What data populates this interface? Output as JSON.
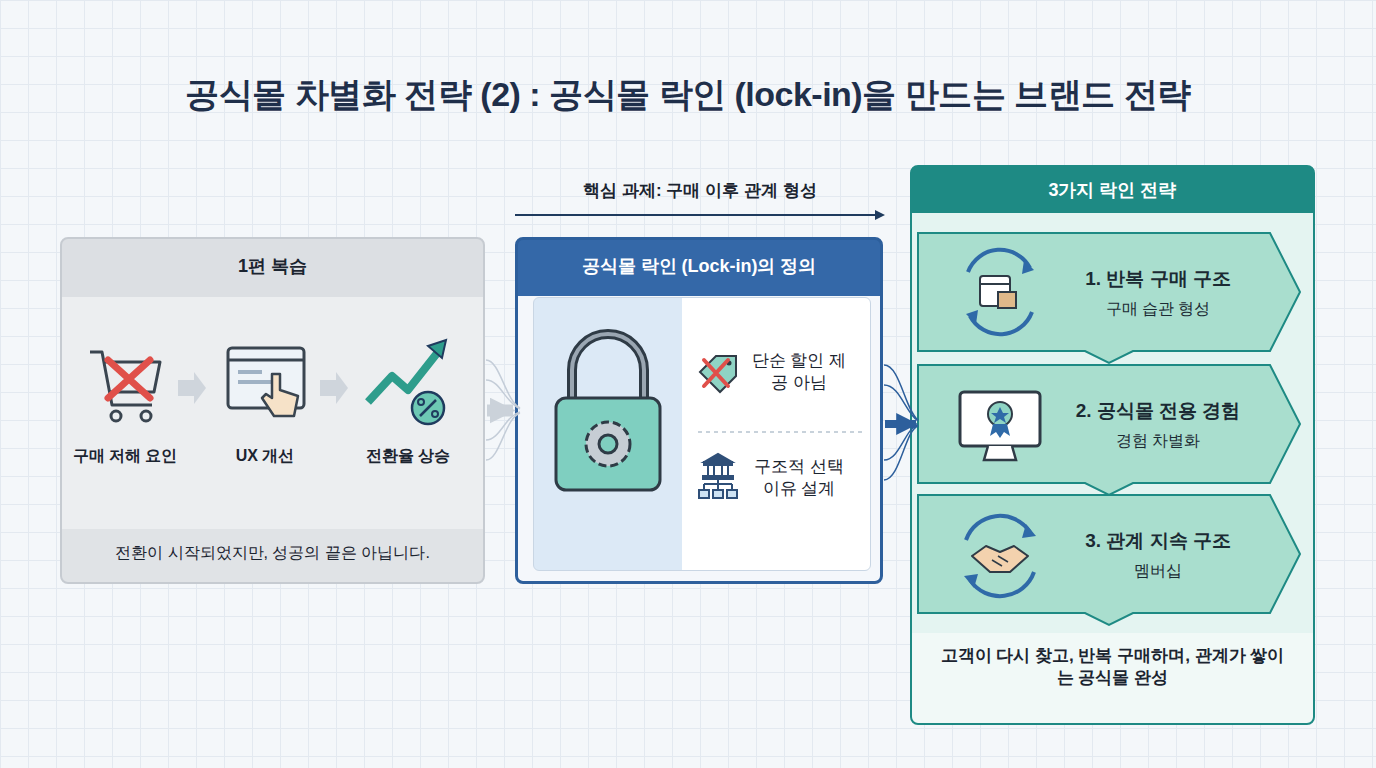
{
  "diagram": {
    "title": "공식몰 차별화 전략 (2) : 공식몰 락인 (lock-in)을 만드는 브랜드 전략",
    "nodes": [
      {
        "text": [
          "1편 복습",
          "전환이 시작되었지만, 성공의 끝은 아닙니다."
        ]
      },
      {
        "text": [
          "공식몰 락인 (Lock-in)의 정의"
        ]
      },
      {
        "text": [
          "단순 할인 제공 아님",
          "구조적 선택 이유 설계"
        ],
        "in": 1
      },
      {
        "text": [
          "3가지 락인 전략",
          "고객이 다시 찾고, 반복 구매하며, 관계가 쌓이는 공식몰 완성"
        ]
      },
      {
        "text": [
          "1. 반복 구매 구조",
          "구매 습관 형성"
        ],
        "in": 3
      },
      {
        "text": [
          "2. 공식몰 전용 경험",
          "경험 차별화"
        ],
        "in": 3
      },
      {
        "text": [
          "3. 관계 지속 구조",
          "멤버십"
        ],
        "in": 3
      }
    ],
    "edges": [
      {
        "from": 0,
        "to": 1,
        "arrow": "to"
      },
      {
        "from": 1,
        "to": 5,
        "arrow": "to"
      }
    ],
    "labels": [
      "핵심 과제: 구매 이후 관계 형성",
      "구매 저해 요인",
      "UX 개선",
      "전환율 상승"
    ]
  }
}
